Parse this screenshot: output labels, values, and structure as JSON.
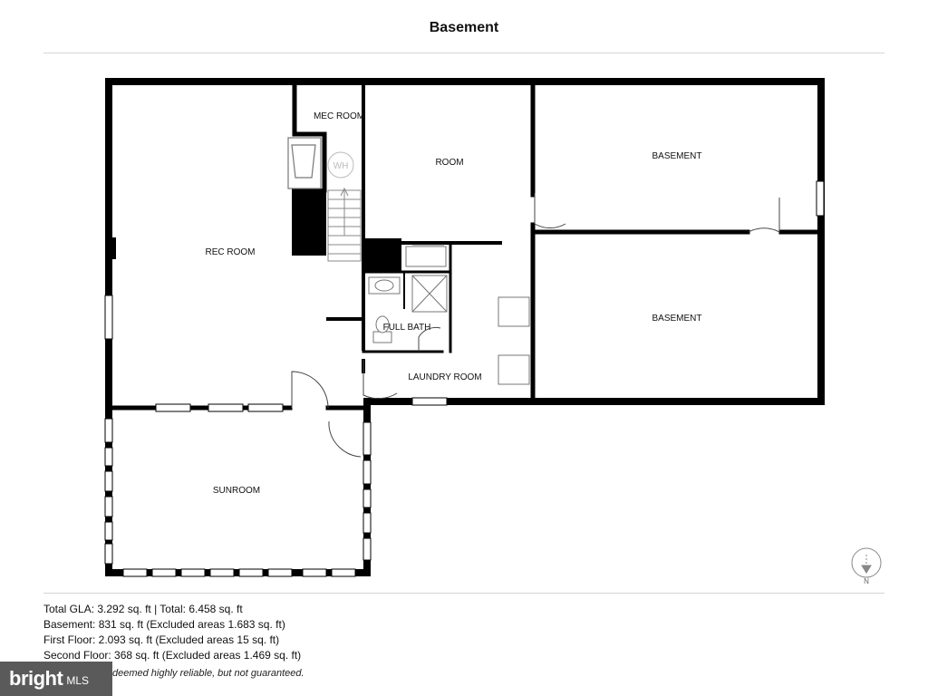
{
  "header": {
    "title": "Basement"
  },
  "rooms": {
    "rec_room": "REC ROOM",
    "mec_room": "MEC ROOM",
    "room": "ROOM",
    "basement_upper": "BASEMENT",
    "basement_lower": "BASEMENT",
    "full_bath": "FULL BATH",
    "laundry_room": "LAUNDRY ROOM",
    "sunroom": "SUNROOM"
  },
  "fixtures": {
    "water_heater": "WH"
  },
  "compass": {
    "label": "N"
  },
  "footer": {
    "line1": "Total GLA: 3.292 sq. ft | Total: 6.458 sq. ft",
    "line2": "Basement: 831 sq. ft (Excluded areas 1.683 sq. ft)",
    "line3": "First Floor: 2.093 sq. ft (Excluded areas 15 sq. ft)",
    "line4": "Second Floor: 368 sq. ft (Excluded areas 1.469 sq. ft)",
    "disclaimer": "deemed highly reliable, but not guaranteed."
  },
  "logo": {
    "brand": "bright",
    "mls": "MLS"
  },
  "colors": {
    "wall": "#000000",
    "rule": "#d6d6d6",
    "logo_bg": "#5a5a5a"
  }
}
